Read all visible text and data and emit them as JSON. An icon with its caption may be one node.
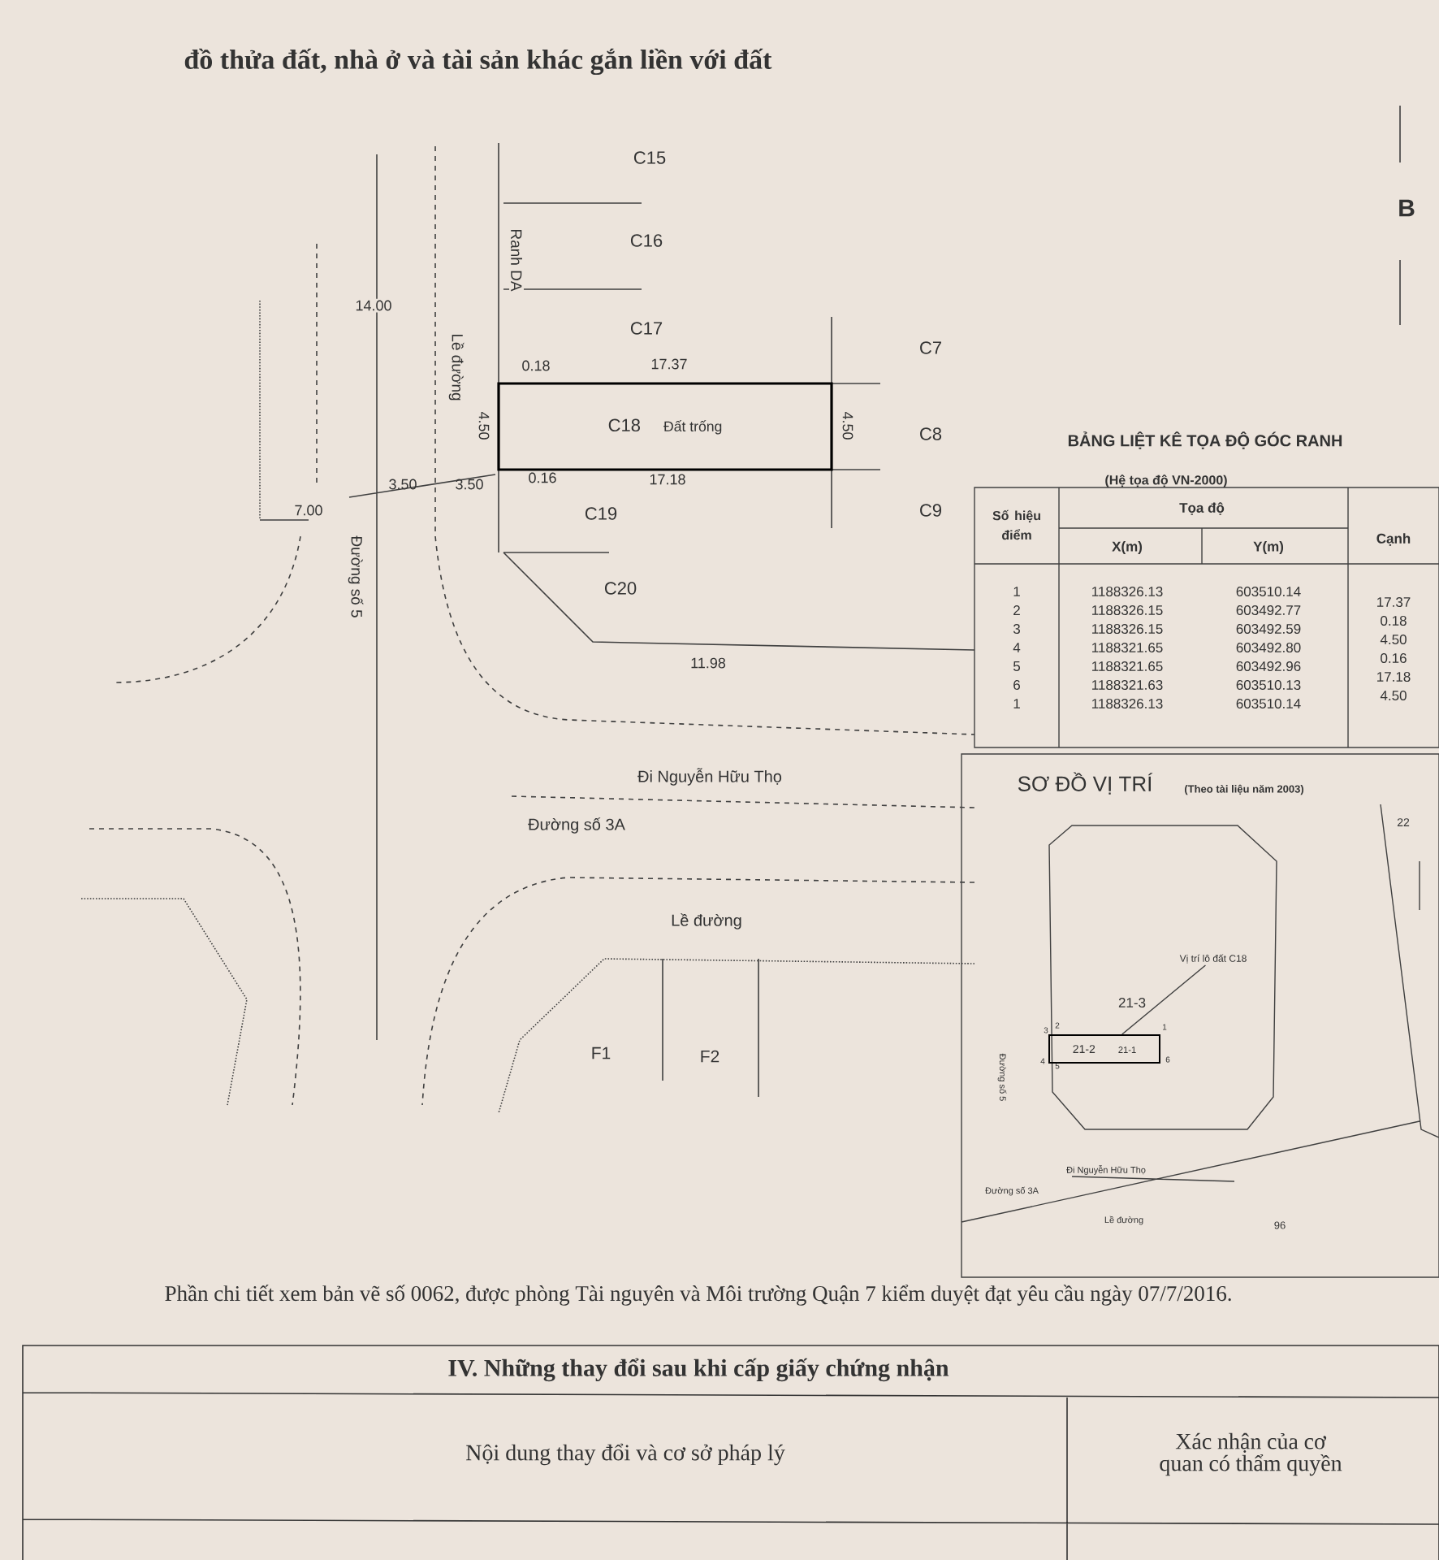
{
  "diagram": {
    "title": "đồ thửa đất, nhà ở và tài sản khác gắn liền với đất",
    "nodes": [
      {
        "text": [
          "C18",
          "Đất trống"
        ]
      },
      {
        "text": [
          "Vị trí lô đất C18"
        ]
      },
      {
        "text": [
          "21-2",
          "21-1"
        ]
      }
    ],
    "edges": [
      {
        "from": 1,
        "to": 2,
        "arrow": "none"
      }
    ],
    "labels": [
      "B",
      "C15",
      "C16",
      "C17",
      "C7",
      "C8",
      "C19",
      "C9",
      "C20",
      "Ranh DA",
      "14.00",
      "Lề đường",
      "0.18",
      "17.37",
      "4.50",
      "4.50",
      "0.16",
      "17.18",
      "7.00",
      "3.50",
      "3.50",
      "Đường số 5",
      "11.98",
      "Đi Nguyễn Hữu Thọ",
      "Đường số 3A",
      "Lề đường",
      "F1",
      "F2",
      "BẢNG LIỆT KÊ TỌA ĐỘ GÓC RANH",
      "(Hệ tọa độ VN-2000)",
      "Số hiệu điểm",
      "Tọa độ",
      "X(m)",
      "Y(m)",
      "Cạnh",
      "1",
      "1188326.13",
      "603510.14",
      "2",
      "1188326.15",
      "603492.77",
      "17.37",
      "3",
      "1188326.15",
      "603492.59",
      "0.18",
      "4",
      "1188321.65",
      "603492.80",
      "4.50",
      "5",
      "1188321.65",
      "603492.96",
      "0.16",
      "6",
      "1188321.63",
      "603510.13",
      "17.18",
      "1",
      "1188326.13",
      "603510.14",
      "4.50",
      "SƠ ĐỒ VỊ TRÍ",
      "(Theo tài liệu năm 2003)",
      "22",
      "21-3",
      "3",
      "2",
      "1",
      "4",
      "5",
      "6",
      "Đường số 5",
      "Đi Nguyễn Hữu Thọ",
      "Đường số 3A",
      "Lề đường",
      "96",
      "Phần chi tiết xem bản vẽ số 0062, được phòng Tài nguyên và Môi trường Quận 7 kiểm duyệt đạt yêu cầu ngày 07/7/2016.",
      "IV. Những thay đổi sau khi cấp giấy chứng nhận",
      "Nội dung thay đổi và cơ sở pháp lý",
      "Xác nhận của cơ quan có thẩm quyền"
    ]
  }
}
